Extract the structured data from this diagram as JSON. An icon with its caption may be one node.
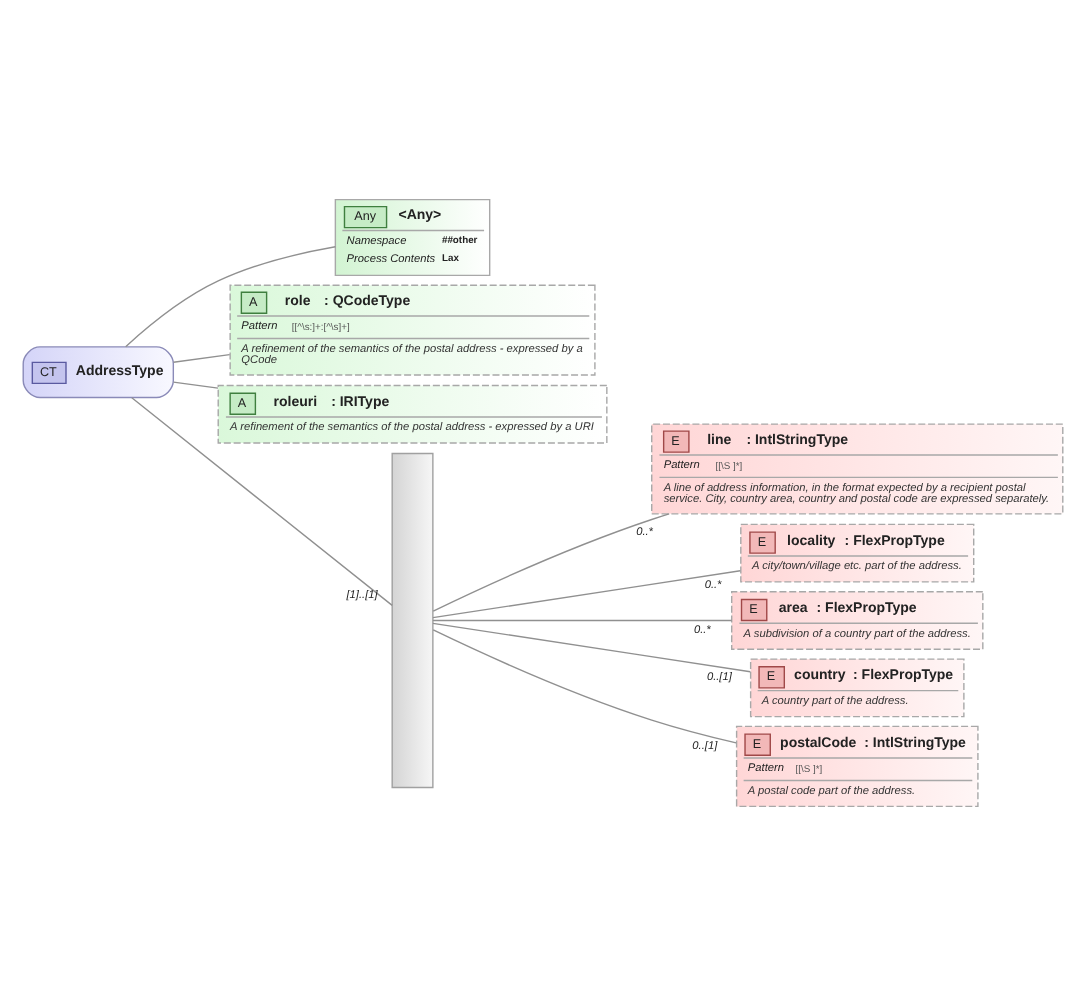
{
  "diagram": {
    "nodes": [
      {
        "text": [
          "CT",
          "AddressType"
        ]
      },
      {
        "text": [
          "Any",
          "<Any>",
          "Namespace",
          "##other",
          "Process Contents",
          "Lax"
        ]
      },
      {
        "text": [
          "A",
          "role",
          ": QCodeType",
          "Pattern",
          "[[^\\s:]+:[^\\s]+]",
          "A refinement of the semantics of the postal address - expressed by a QCode"
        ]
      },
      {
        "text": [
          "A",
          "roleuri",
          ": IRIType",
          "A refinement of the semantics of the postal address - expressed by a URI"
        ]
      },
      {
        "text": [],
        "shape": "bar"
      },
      {
        "text": [
          "E",
          "line",
          ": IntlStringType",
          "Pattern",
          "[[\\S ]*]",
          "A line of address information, in the format expected by a recipient postal service. City, country area, country and postal code are expressed separately."
        ]
      },
      {
        "text": [
          "E",
          "locality",
          ": FlexPropType",
          "A city/town/village etc. part of the address."
        ]
      },
      {
        "text": [
          "E",
          "area",
          ": FlexPropType",
          "A subdivision of a country part of the address."
        ]
      },
      {
        "text": [
          "E",
          "country",
          ": FlexPropType",
          "A country part of the address."
        ]
      },
      {
        "text": [
          "E",
          "postalCode",
          ": IntlStringType",
          "Pattern",
          "[[\\S ]*]",
          "A postal code part of the address."
        ]
      }
    ],
    "edges": [
      {
        "from": 0,
        "to": 1,
        "arrow": "none"
      },
      {
        "from": 0,
        "to": 2,
        "arrow": "none"
      },
      {
        "from": 0,
        "to": 3,
        "arrow": "none"
      },
      {
        "from": 0,
        "to": 4,
        "arrow": "none",
        "label": "[1]..[1]"
      },
      {
        "from": 4,
        "to": 5,
        "arrow": "none",
        "label": "0..*"
      },
      {
        "from": 4,
        "to": 6,
        "arrow": "none",
        "label": "0..*"
      },
      {
        "from": 4,
        "to": 7,
        "arrow": "none",
        "label": "0..*"
      },
      {
        "from": 4,
        "to": 8,
        "arrow": "none",
        "label": "0..[1]"
      },
      {
        "from": 4,
        "to": 9,
        "arrow": "none",
        "label": "0..[1]"
      }
    ]
  }
}
